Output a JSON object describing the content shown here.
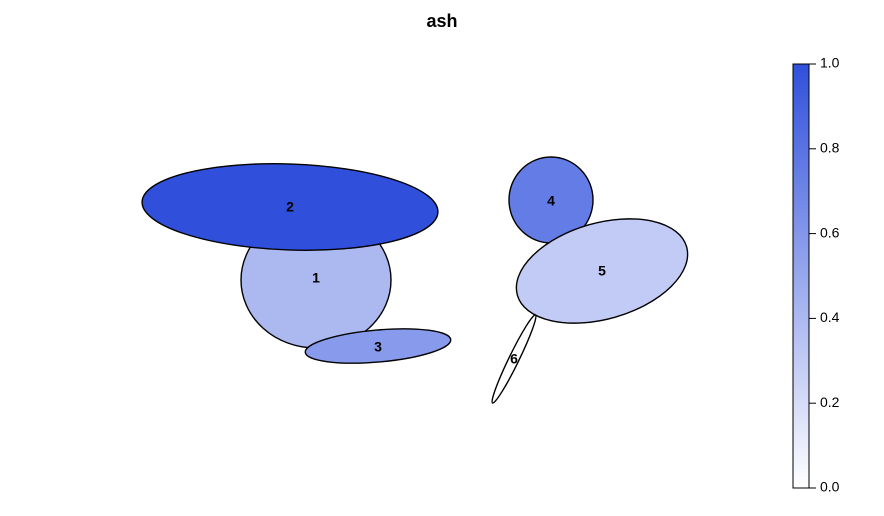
{
  "title": "ash",
  "ellipses": [
    {
      "label": "1",
      "value": 0.4
    },
    {
      "label": "2",
      "value": 1.0
    },
    {
      "label": "3",
      "value": 0.58
    },
    {
      "label": "4",
      "value": 0.75
    },
    {
      "label": "5",
      "value": 0.3
    },
    {
      "label": "6",
      "value": 0.0
    }
  ],
  "colorbar": {
    "min": 0.0,
    "max": 1.0,
    "low_color": "#ffffff",
    "high_color": "#3050dc",
    "ticks": [
      "0.0",
      "0.2",
      "0.4",
      "0.6",
      "0.8",
      "1.0"
    ]
  }
}
